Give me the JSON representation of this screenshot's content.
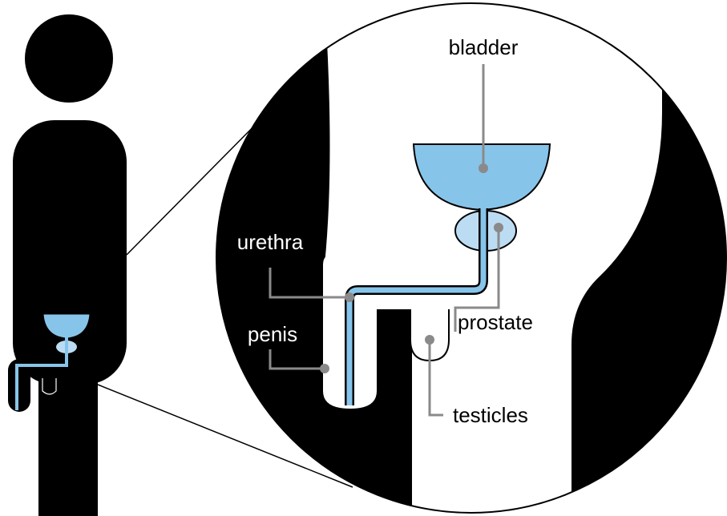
{
  "labels": {
    "bladder": "bladder",
    "urethra": "urethra",
    "penis": "penis",
    "prostate": "prostate",
    "testicles": "testicles"
  },
  "colors": {
    "organ_fill": "#87c4ea",
    "prostate_fill": "#bcdcf3",
    "silhouette": "#000000",
    "leader_line": "#8a8a8a",
    "background": "#ffffff"
  }
}
